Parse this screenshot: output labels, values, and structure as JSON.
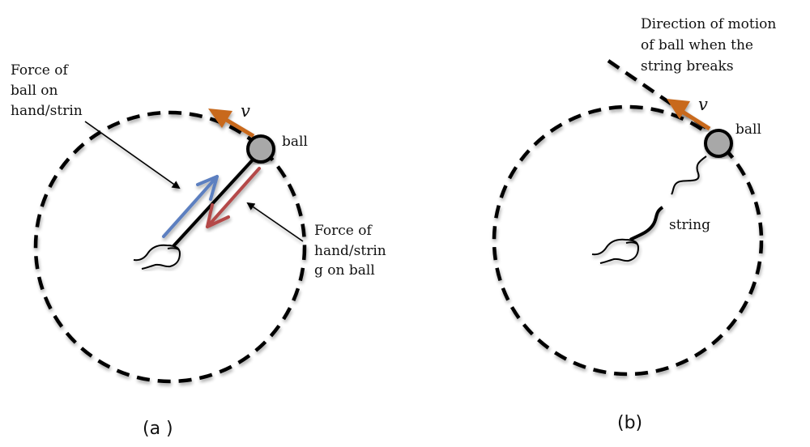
{
  "colors": {
    "velocity": "#C8691E",
    "force_on_hand": "#5B7FC0",
    "force_on_ball": "#B44A48",
    "ball_fill": "#A8A8A8",
    "ink": "#000000"
  },
  "panel_a": {
    "caption": "(a )",
    "ball_label": "ball",
    "velocity_label": "v",
    "force_ball_on_hand_lines": [
      "Force of",
      "ball on",
      "hand/strin"
    ],
    "force_hand_on_ball_lines": [
      "Force of",
      "hand/strin",
      "g on ball"
    ]
  },
  "panel_b": {
    "caption": "(b)",
    "ball_label": "ball",
    "velocity_label": "v",
    "string_label": "string",
    "direction_lines": [
      "Direction of motion",
      "of ball when the",
      "string breaks"
    ]
  }
}
